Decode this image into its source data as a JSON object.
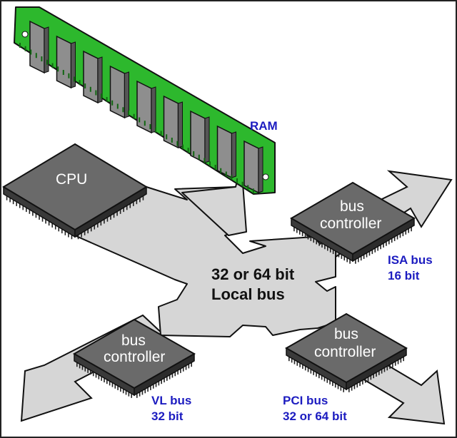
{
  "colors": {
    "bus_fill": "#d6d6d6",
    "bus_outline": "#111111",
    "chip_body": "#6a6a6a",
    "chip_top": "#7a7a7a",
    "chip_edge": "#3a3a3a",
    "pins": "#222222",
    "ram_board": "#2db82d",
    "ram_chip": "#8e8e8e",
    "label_blue": "#1c1cc0",
    "border": "#222222"
  },
  "ram": {
    "label": "RAM",
    "chip_count": 9
  },
  "cpu": {
    "label": "CPU"
  },
  "local_bus": {
    "line1": "32 or 64 bit",
    "line2": "Local bus"
  },
  "controllers": {
    "isa": {
      "line1": "bus",
      "line2": "controller",
      "bus_name": "ISA bus",
      "bus_width": "16 bit"
    },
    "vl": {
      "line1": "bus",
      "line2": "controller",
      "bus_name": "VL bus",
      "bus_width": "32 bit"
    },
    "pci": {
      "line1": "bus",
      "line2": "controller",
      "bus_name": "PCI bus",
      "bus_width": "32 or 64 bit"
    }
  }
}
